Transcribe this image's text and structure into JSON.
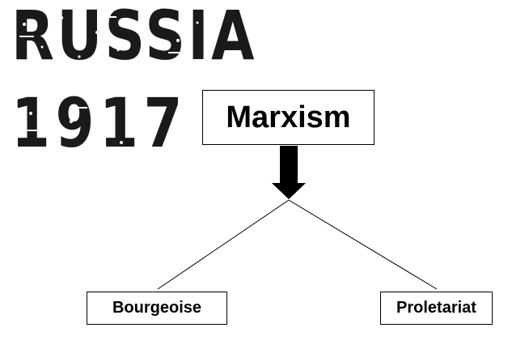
{
  "title": {
    "line1": "RUSSIA",
    "line2": "1917"
  },
  "diagram": {
    "root": "Marxism",
    "children": [
      "Bourgeoise",
      "Proletariat"
    ]
  },
  "colors": {
    "ink": "#000000",
    "title_ink": "#1a1a1a",
    "background": "#ffffff"
  }
}
